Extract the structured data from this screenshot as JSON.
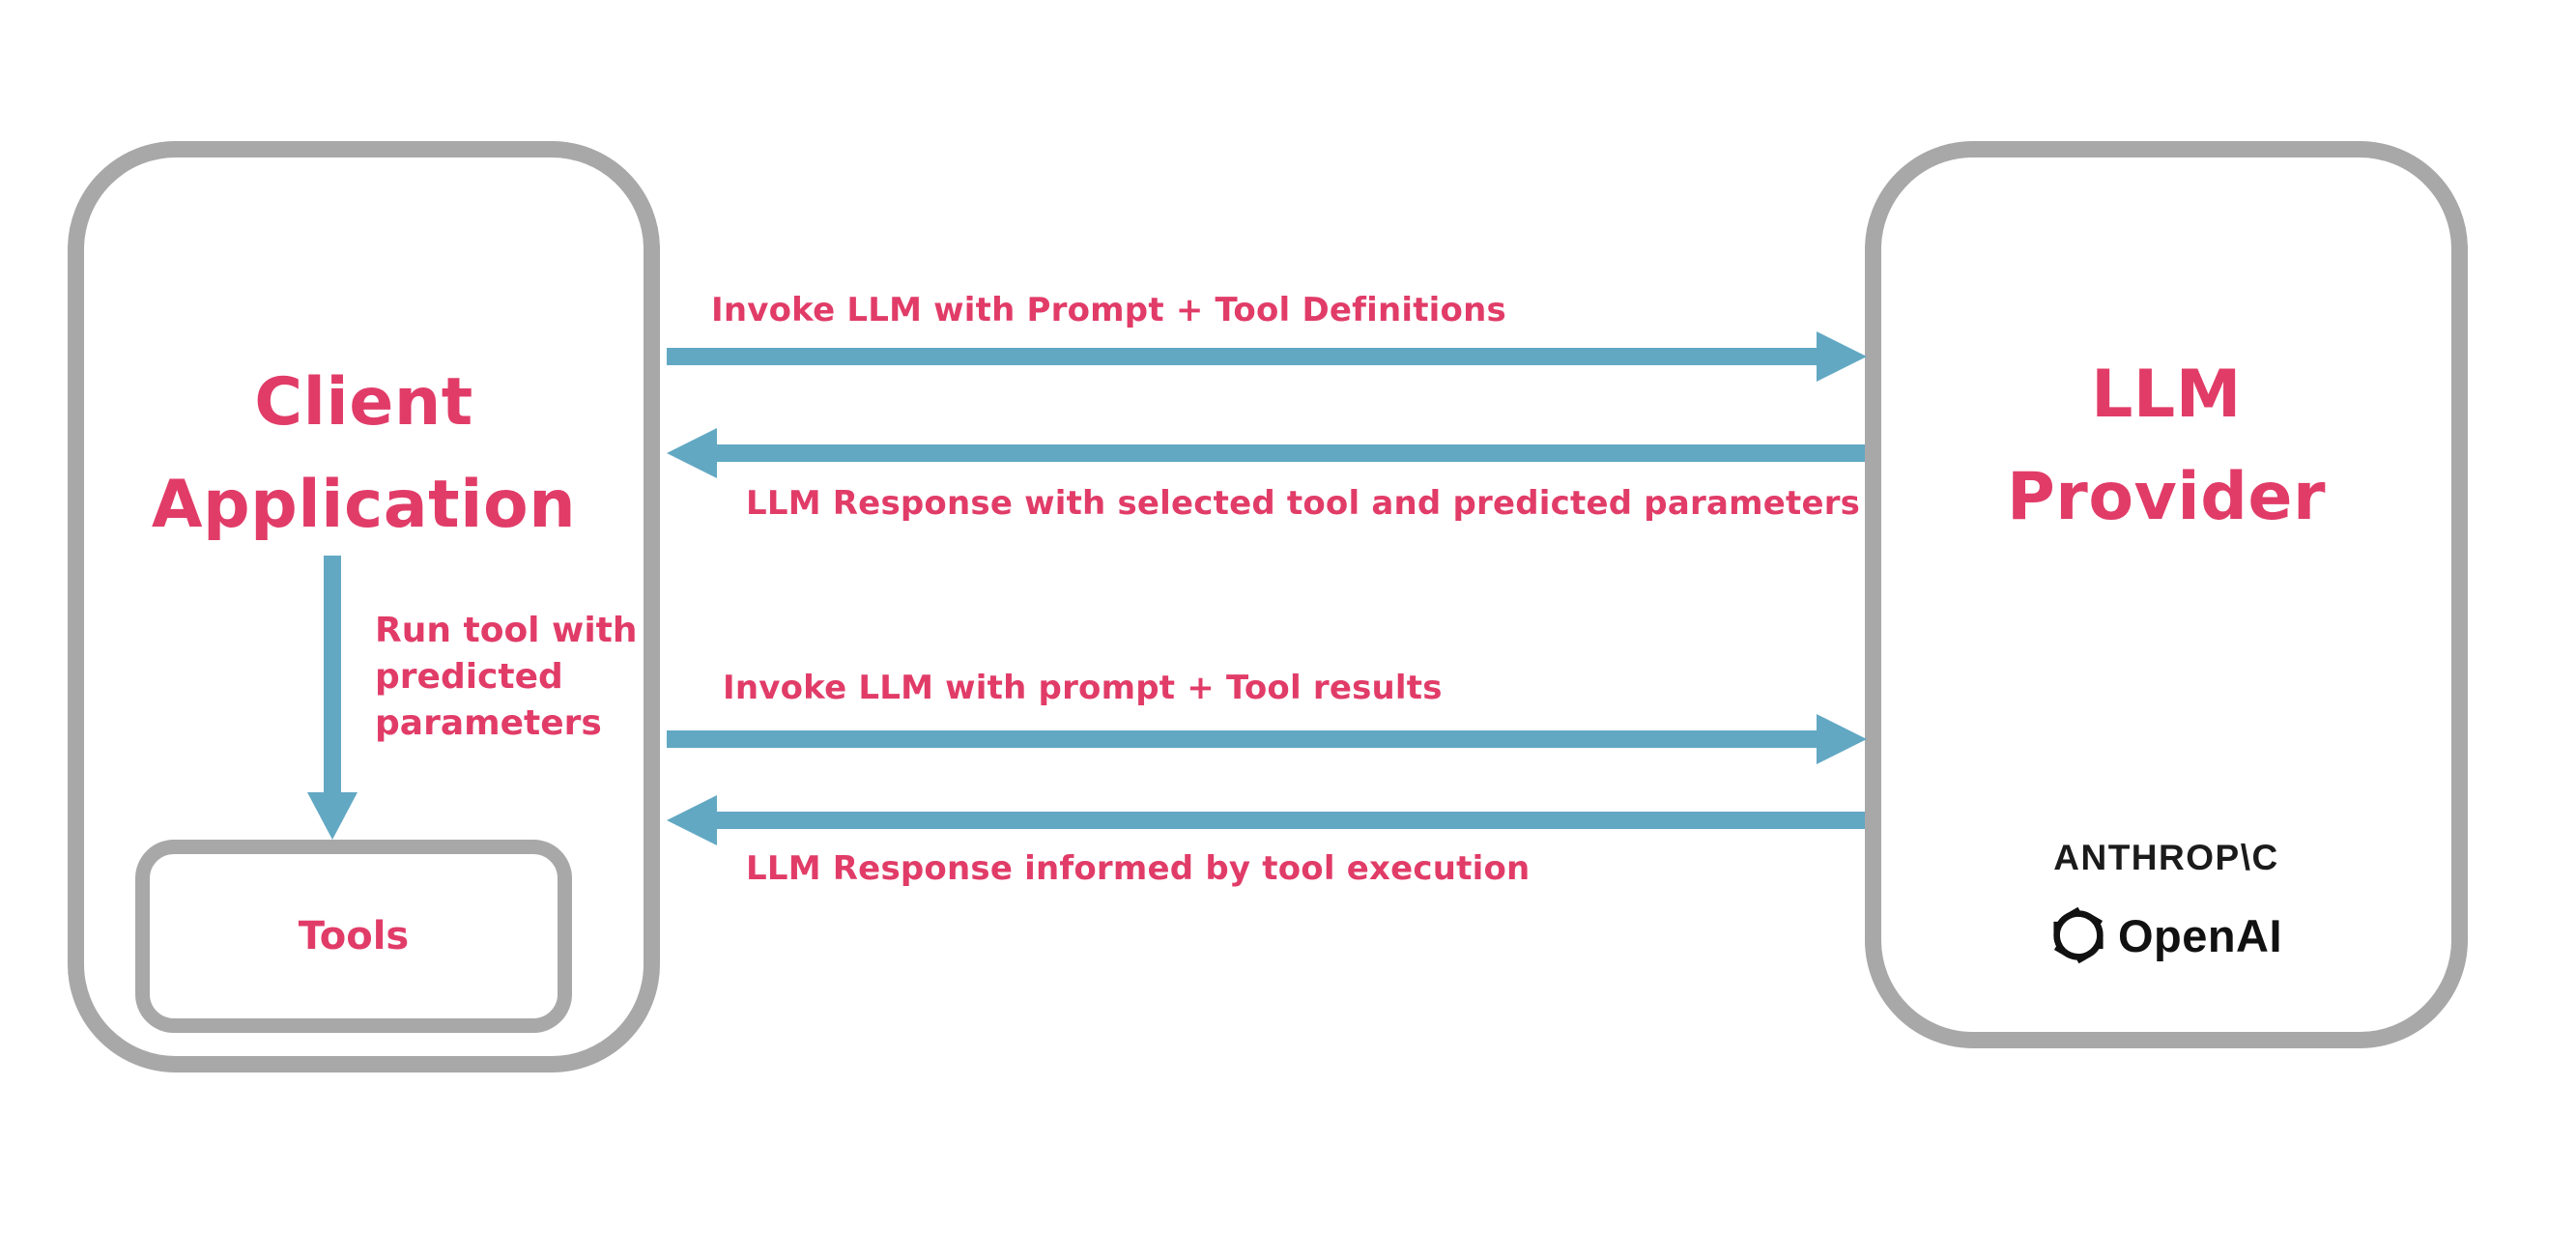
{
  "diagram": {
    "client_box": {
      "title": "Client\nApplication",
      "run_tool_note": "Run tool with\npredicted\nparameters",
      "tools_label": "Tools"
    },
    "llm_box": {
      "title": "LLM\nProvider",
      "anthropic_wordmark": "ANTHROP\\C",
      "openai_wordmark": "OpenAI"
    },
    "flows": [
      {
        "label": "Invoke LLM with Prompt + Tool Definitions",
        "direction": "right"
      },
      {
        "label": "LLM Response with selected tool and predicted parameters",
        "direction": "left"
      },
      {
        "label": "Invoke LLM with prompt + Tool results",
        "direction": "right"
      },
      {
        "label": "LLM Response informed by tool execution",
        "direction": "left"
      }
    ],
    "colors": {
      "accent_pink": "#e13c68",
      "arrow_blue": "#62a8c3",
      "border_gray": "#a8a8a8",
      "logo_black": "#1b1b1b"
    }
  }
}
